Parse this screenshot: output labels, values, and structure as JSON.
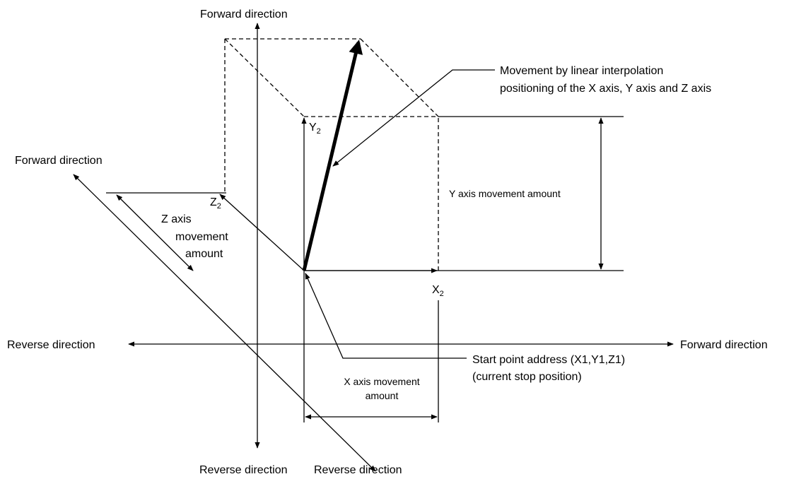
{
  "diagram": {
    "y_axis": {
      "forward_label": "Forward direction",
      "reverse_label": "Reverse direction"
    },
    "x_axis": {
      "forward_label": "Forward direction",
      "reverse_label": "Reverse direction"
    },
    "z_axis": {
      "forward_label": "Forward direction",
      "reverse_label": "Reverse direction"
    },
    "movement_label": {
      "line1": "Movement by linear interpolation",
      "line2": "positioning of the X axis, Y axis and Z axis"
    },
    "y_movement_label": "Y axis movement amount",
    "x_movement_label": {
      "line1": "X axis movement",
      "line2": "amount"
    },
    "z_movement_label": {
      "line1": "Z axis",
      "line2": "movement",
      "line3": "amount"
    },
    "start_point": {
      "line1": "Start point address (X1,Y1,Z1)",
      "line2": "(current stop position)"
    },
    "point_labels": {
      "y2_letter": "Y",
      "y2_sub": "2",
      "x2_letter": "X",
      "x2_sub": "2",
      "z2_letter": "Z",
      "z2_sub": "2"
    }
  }
}
